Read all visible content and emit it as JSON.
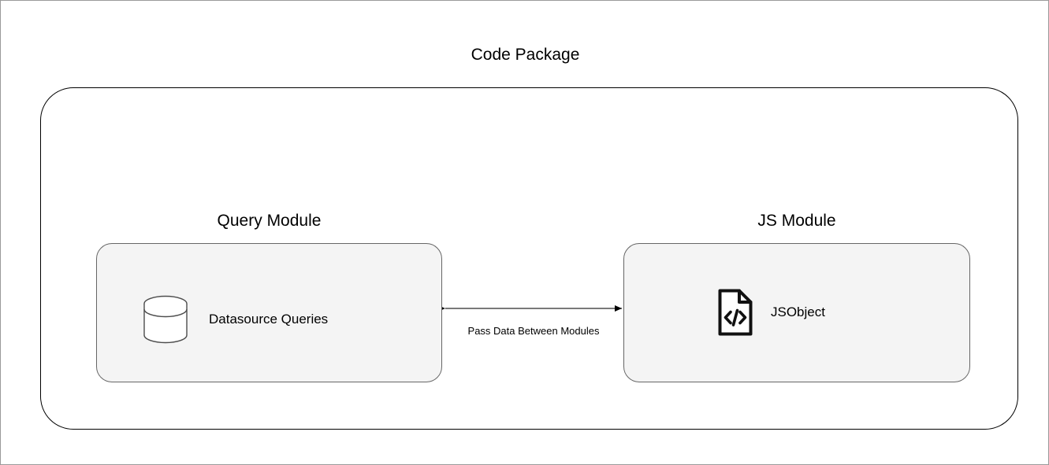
{
  "diagram": {
    "title": "Code Package",
    "modules": [
      {
        "title": "Query Module",
        "node_label": "Datasource Queries",
        "node_icon": "database-cylinder-icon"
      },
      {
        "title": "JS Module",
        "node_label": "JSObject",
        "node_icon": "code-file-icon"
      }
    ],
    "connector": {
      "label": "Pass Data Between Modules",
      "icon": "double-headed-arrow-icon"
    },
    "colors": {
      "background": "#ffffff",
      "module_fill": "#f4f4f4",
      "module_border": "#666666",
      "package_border": "#000000",
      "text": "#000000",
      "connector": "#4d4d4d"
    }
  }
}
